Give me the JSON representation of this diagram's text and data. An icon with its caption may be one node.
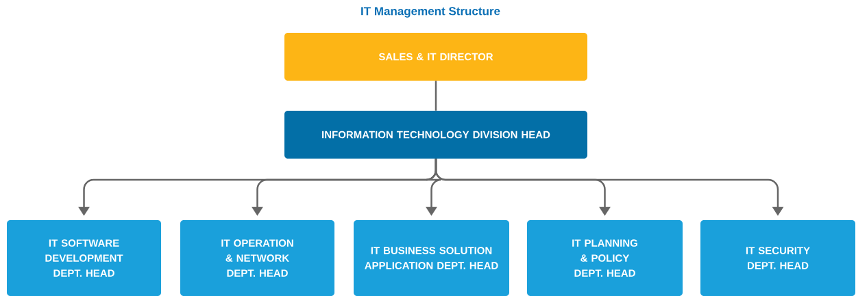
{
  "diagram": {
    "title": "IT Management Structure",
    "nodes": [
      {
        "text": [
          "SALES & IT DIRECTOR"
        ]
      },
      {
        "text": [
          "INFORMATION TECHNOLOGY DIVISION HEAD"
        ]
      },
      {
        "text": [
          "IT SOFTWARE DEVELOPMENT DEPT. HEAD"
        ]
      },
      {
        "text": [
          "IT OPERATION & NETWORK DEPT. HEAD"
        ]
      },
      {
        "text": [
          "IT BUSINESS SOLUTION APPLICATION DEPT. HEAD"
        ]
      },
      {
        "text": [
          "IT PLANNING & POLICY DEPT. HEAD"
        ]
      },
      {
        "text": [
          "IT SECURITY DEPT. HEAD"
        ]
      }
    ],
    "edges": [
      {
        "from": 0,
        "to": 1,
        "arrow": "none"
      },
      {
        "from": 1,
        "to": 2,
        "arrow": "to"
      },
      {
        "from": 1,
        "to": 3,
        "arrow": "to"
      },
      {
        "from": 1,
        "to": 4,
        "arrow": "to"
      },
      {
        "from": 1,
        "to": 5,
        "arrow": "to"
      },
      {
        "from": 1,
        "to": 6,
        "arrow": "to"
      }
    ]
  }
}
